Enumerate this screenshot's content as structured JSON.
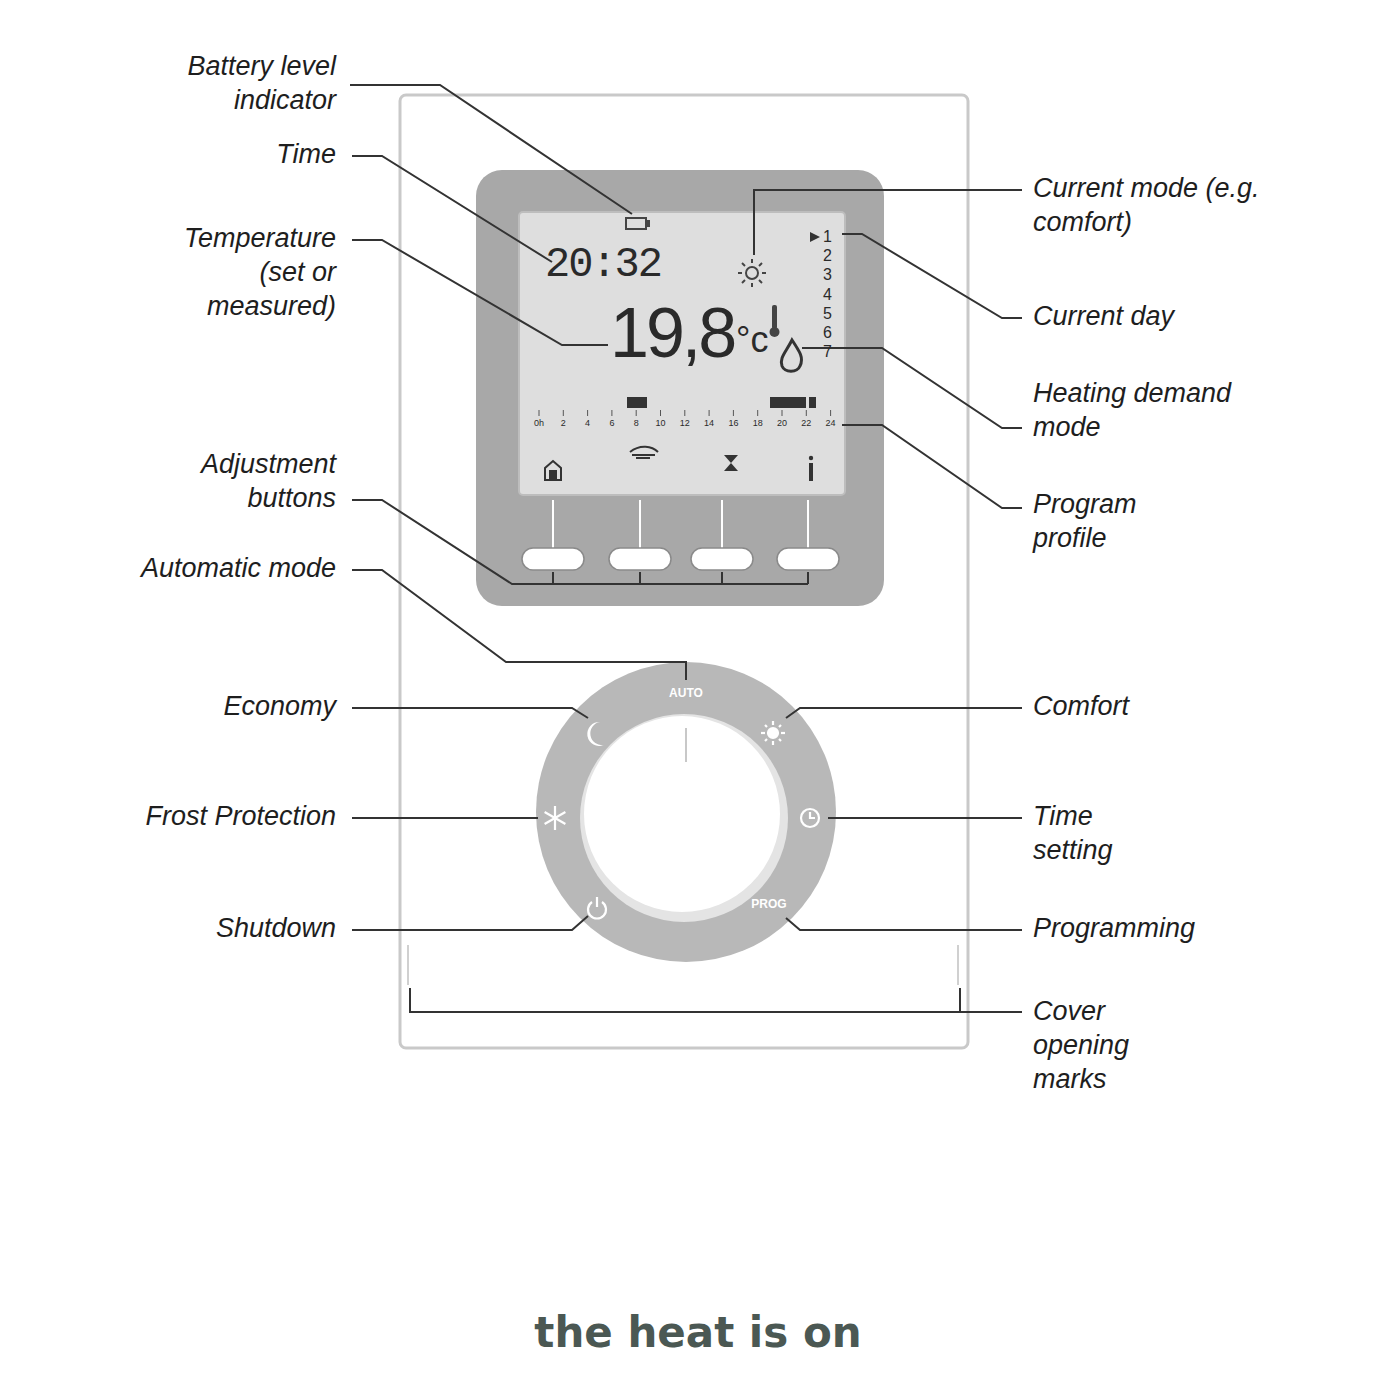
{
  "diagram": {
    "labels": [
      "Battery level indicator",
      "Time",
      "Temperature (set or measured)",
      "Adjustment buttons",
      "Automatic mode",
      "Economy",
      "Frost Protection",
      "Shutdown",
      "Current mode (e.g. comfort)",
      "Current day",
      "Heating demand mode",
      "Program profile",
      "Comfort",
      "Time setting",
      "Programming",
      "Cover opening marks",
      "20:32",
      "19,8",
      "°c",
      "1",
      "2",
      "3",
      "4",
      "5",
      "6",
      "7",
      "0h",
      "2",
      "4",
      "6",
      "8",
      "10",
      "12",
      "14",
      "16",
      "18",
      "20",
      "22",
      "24",
      "AUTO",
      "PROG",
      "the heat is on"
    ]
  }
}
